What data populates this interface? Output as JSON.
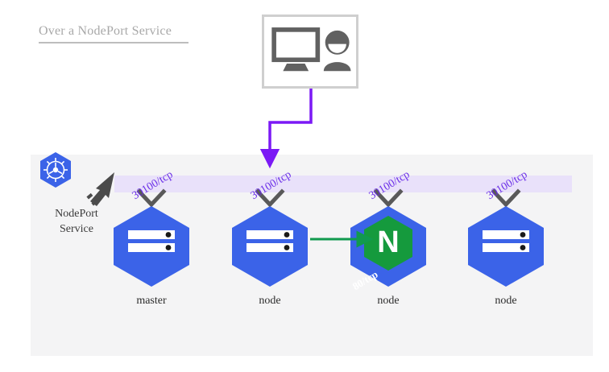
{
  "title": {
    "text": "Over a NodePort Service"
  },
  "client": {
    "icon_monitor": "monitor-icon",
    "icon_user": "user-icon"
  },
  "service": {
    "logo": "kubernetes-logo",
    "cursor": "cursor-arrow-icon",
    "caption_line1": "NodePort",
    "caption_line2": "Service"
  },
  "colors": {
    "node_blue": "#3b63e8",
    "nginx_green": "#159a3d",
    "band_lavender": "#e9e1fa",
    "arrow_purple": "#7b19f5",
    "arrow_green": "#119a4e",
    "panel_grey": "#f4f4f5",
    "chevron_grey": "#595959",
    "title_grey": "#a8a8a8",
    "box_border_grey": "#cfcfcf"
  },
  "cluster": {
    "nodes": [
      {
        "label": "master",
        "port_label": "30100/tcp",
        "has_pod": false
      },
      {
        "label": "node",
        "port_label": "30100/tcp",
        "has_pod": false
      },
      {
        "label": "node",
        "port_label": "30100/tcp",
        "has_pod": true,
        "pod_name": "N",
        "pod_port_label": "80/tcp"
      },
      {
        "label": "node",
        "port_label": "30100/tcp",
        "has_pod": false
      }
    ]
  },
  "flows": {
    "client_to_nodeport": "purple-arrow",
    "node_to_pod": "green-arrow"
  }
}
